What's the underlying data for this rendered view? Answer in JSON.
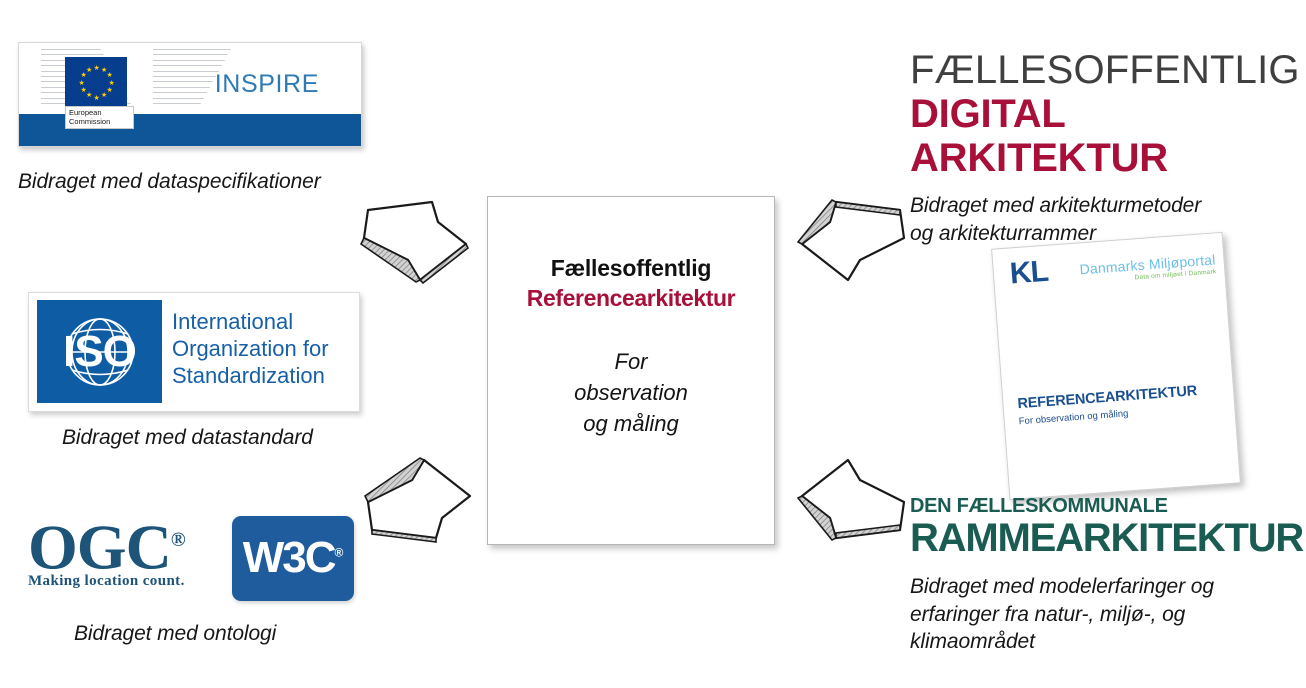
{
  "diagram": {
    "title": "Fællesoffentlig Referencearkitektur for observation og måling",
    "accent_red": "#a8103a",
    "accent_green": "#1a5c52",
    "accent_blue": "#0e5698"
  },
  "center": {
    "line1": "Fællesoffentlig",
    "line2": "Referencearkitektur",
    "subtitle": "For\nobservation\nog måling"
  },
  "left": {
    "inspire": {
      "wordmark": "INSPIRE",
      "emblem_label": "European\nCommission",
      "caption": "Bidraget med dataspecifikationer"
    },
    "iso": {
      "mark": "ISO",
      "name": "International\nOrganization for\nStandardization",
      "caption": "Bidraget med datastandard"
    },
    "ogc": {
      "mark": "OGC",
      "registered": "®",
      "tagline": "Making  location  count.",
      "w3c_mark": "W3C",
      "w3c_registered": "®",
      "caption": "Bidraget med ontologi"
    }
  },
  "right": {
    "fda": {
      "line1": "FÆLLESOFFENTLIG",
      "line2": "DIGITAL ARKITEKTUR",
      "caption": "Bidraget med arkitekturmetoder\nog arkitekturrammer"
    },
    "document": {
      "kl_logo": "KL",
      "portal_name": "Danmarks Miljøportal",
      "portal_tagline": "Data om miljøet i Danmark",
      "doc_title": "REFERENCEARKITEKTUR",
      "doc_subtitle": "For observation og måling"
    },
    "ram": {
      "line1": "DEN FÆLLESKOMMUNALE",
      "line2": "RAMMEARKITEKTUR",
      "caption": "Bidraget med modelerfaringer og\nerfaringer fra natur-, miljø-, og\nklimaområdet"
    }
  },
  "arrows": {
    "top_left": "arrow-right-down",
    "bottom_left": "arrow-right-up",
    "top_right": "arrow-left-down",
    "bottom_right": "arrow-left-up"
  }
}
